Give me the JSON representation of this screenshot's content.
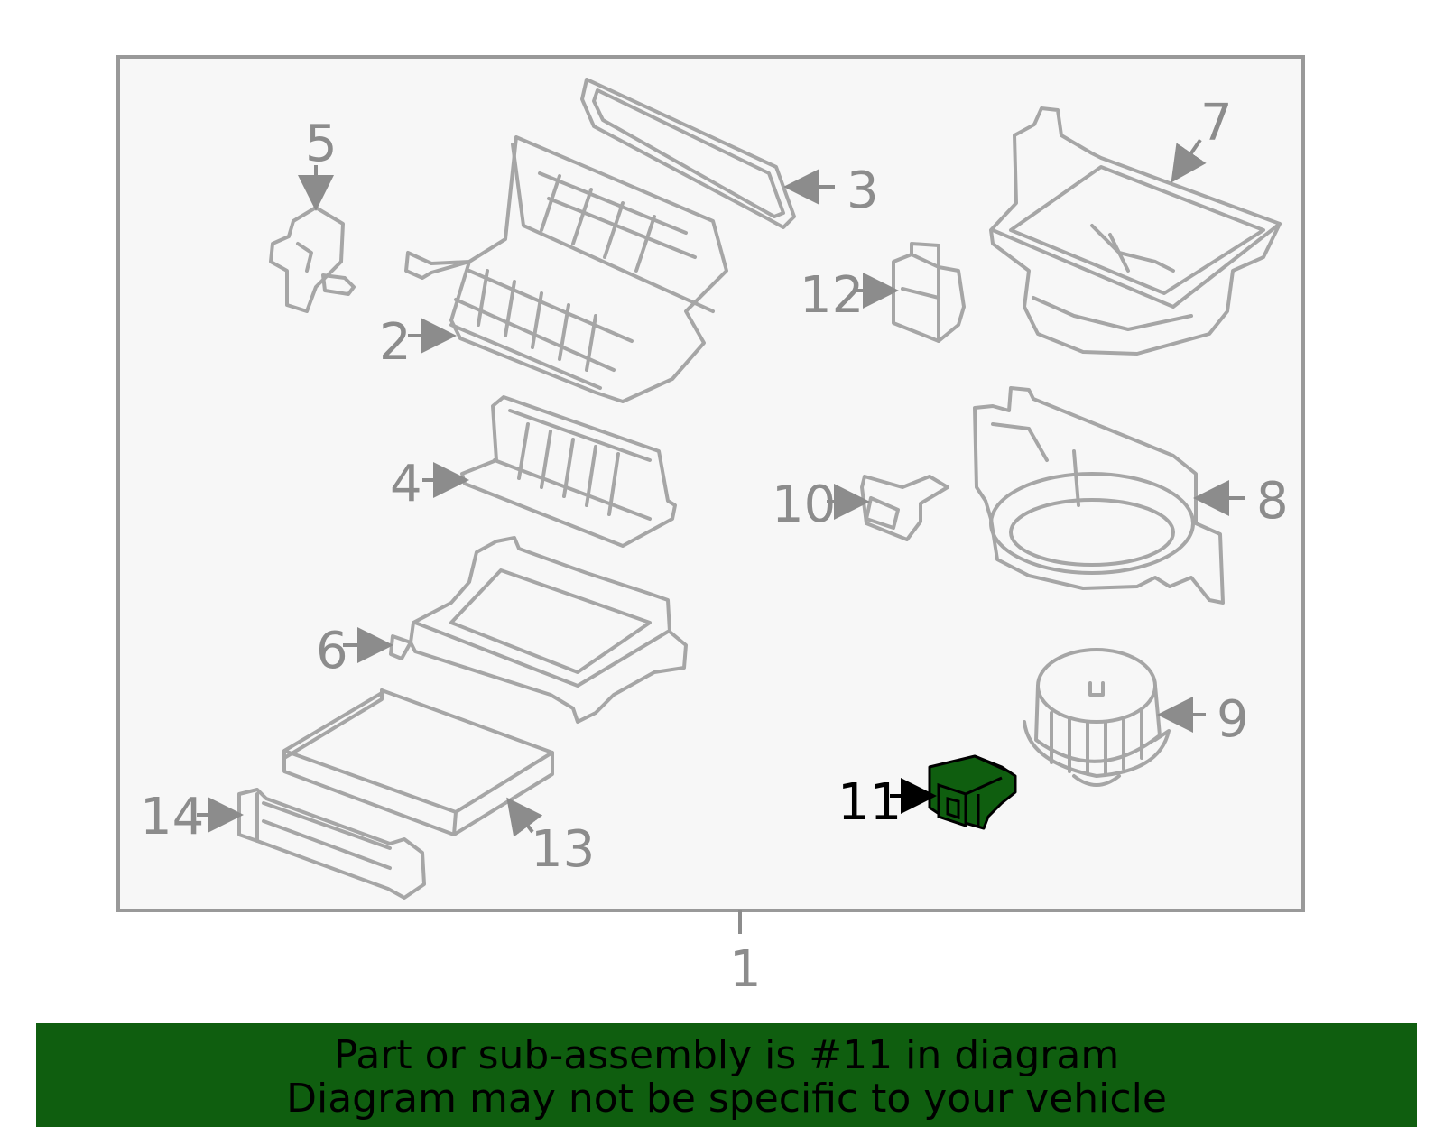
{
  "diagram": {
    "callouts": [
      "1",
      "2",
      "3",
      "4",
      "5",
      "6",
      "7",
      "8",
      "9",
      "10",
      "11",
      "12",
      "13",
      "14"
    ],
    "highlighted_part": "11",
    "highlight_color": "#0f5e0f",
    "part_stroke_color": "#a6a6a6",
    "label_color": "#8c8c8c"
  },
  "banner": {
    "line1": "Part or sub-assembly is #11 in diagram",
    "line2": "Diagram may not be specific to your vehicle",
    "background": "#0f5e0f"
  }
}
